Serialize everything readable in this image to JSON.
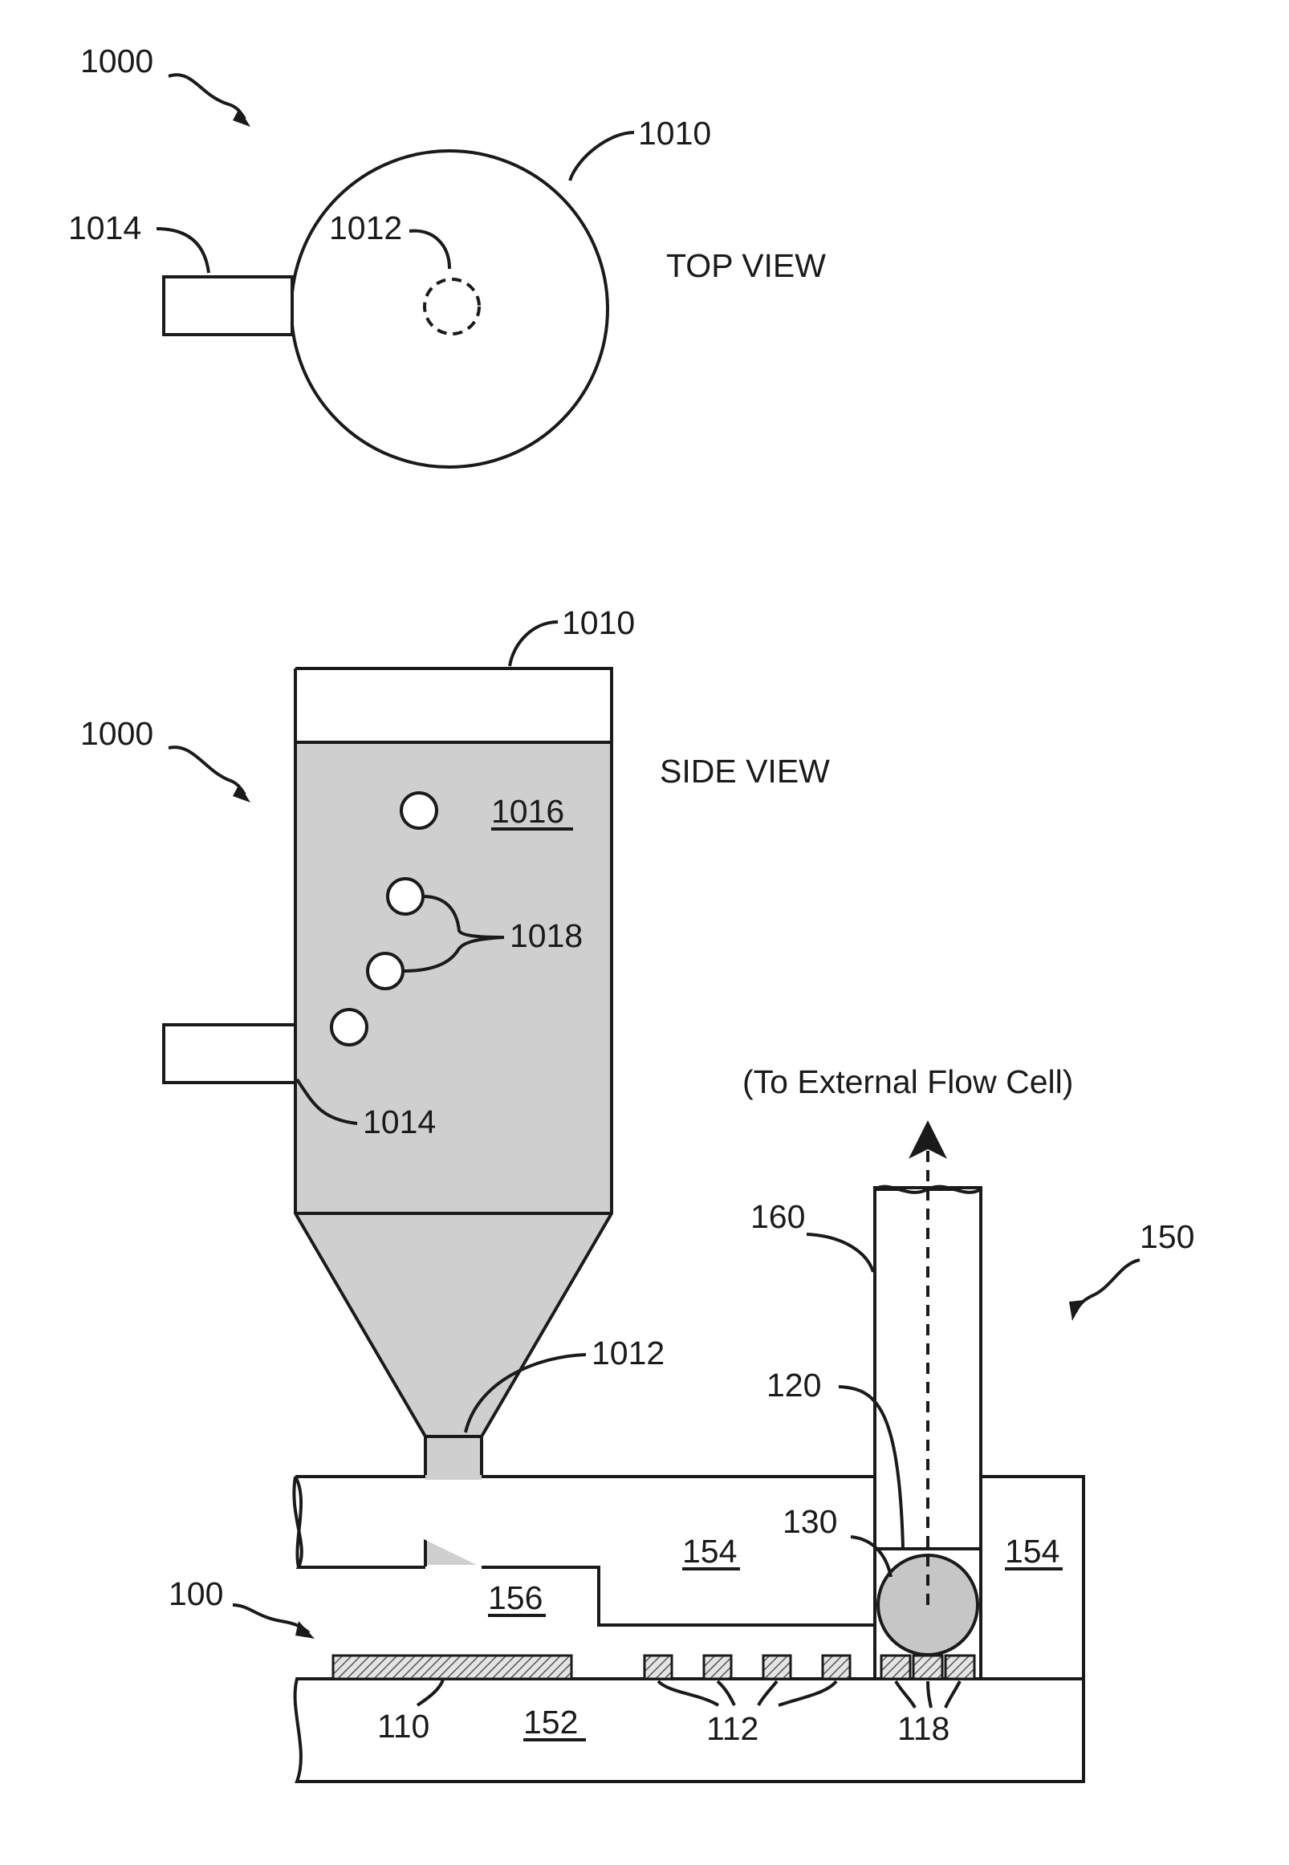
{
  "top_view": {
    "view_label": "TOP VIEW",
    "assembly_ref": "1000",
    "vessel_ref": "1010",
    "outlet_ref": "1012",
    "port_ref": "1014"
  },
  "side_view": {
    "view_label": "SIDE VIEW",
    "assembly_ref": "1000",
    "vessel_ref": "1010",
    "outlet_ref": "1012",
    "port_ref": "1014",
    "fluid_ref": "1016",
    "particles_ref": "1018",
    "external_note": "(To External Flow Cell)",
    "tube_ref": "160",
    "system_ref": "150",
    "membrane_ref": "120",
    "bead_ref": "130",
    "upper_layer_ref_left": "154",
    "upper_layer_ref_right": "154",
    "channel_ref": "156",
    "device_ref": "100",
    "electrode_ref": "110",
    "substrate_ref": "152",
    "electrode_array_ref": "112",
    "sensor_array_ref": "118"
  },
  "colors": {
    "line": "#1a1a1a",
    "fluid": "#d0d0d0",
    "hatch": "#707070",
    "bead": "#c4c4c4"
  }
}
